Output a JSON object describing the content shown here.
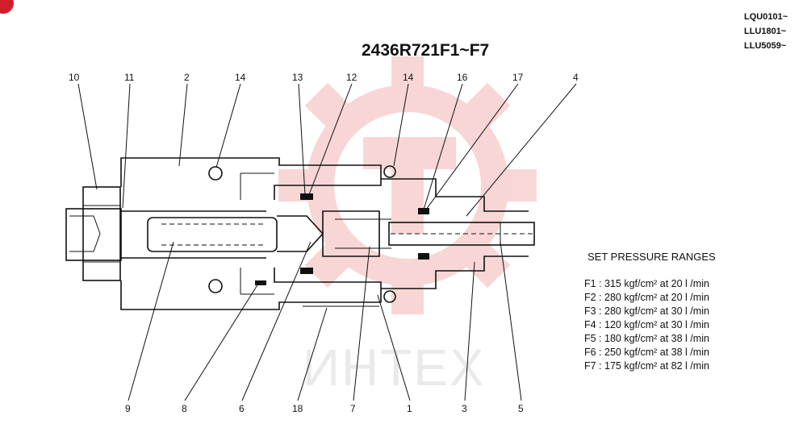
{
  "header": {
    "corner_mark": "",
    "serials": [
      "LQU0101~",
      "LLU1801~",
      "LLU5059~"
    ],
    "title": "2436R721F1~F7"
  },
  "callouts": [
    "10",
    "11",
    "2",
    "14",
    "13",
    "12",
    "14",
    "16",
    "17",
    "4",
    "9",
    "8",
    "6",
    "18",
    "7",
    "1",
    "3",
    "5"
  ],
  "pressure_ranges": {
    "title": "SET PRESSURE RANGES",
    "lines": [
      "F1 : 315 kgf/cm²  at 20 l /min",
      "F2 : 280 kgf/cm²  at 20 l /min",
      "F3 : 280 kgf/cm² at  30 l /min",
      "F4 : 120 kgf/cm² at  30 l /min",
      "F5 : 180 kgf/cm² at  38 l /min",
      "F6 : 250 kgf/cm² at  38 l /min",
      "F7 : 175 kgf/cm² at  82 l /min"
    ]
  },
  "watermark": {
    "text": "ИНТЕХ",
    "color": "#f4b6b6"
  }
}
